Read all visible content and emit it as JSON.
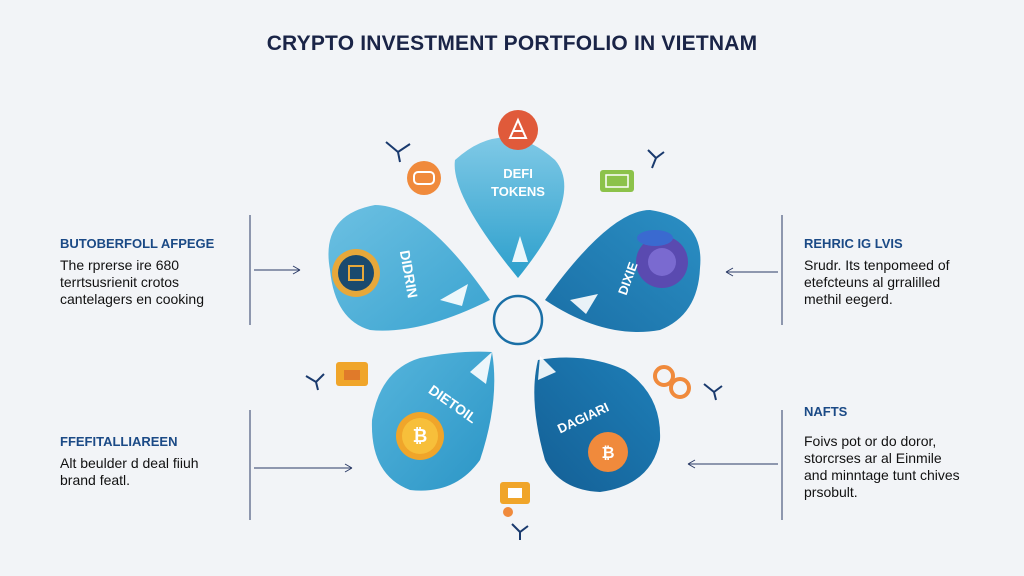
{
  "title": "CRYPTO INVESTMENT PORTFOLIO IN VIETNAM",
  "center_petal": {
    "line1": "DEFI",
    "line2": "TOKENS"
  },
  "petals": {
    "upper_left": "DIDRIN",
    "upper_right": "DIXIE",
    "lower_left": "DIETOIL",
    "lower_right": "DAGIARI"
  },
  "left_top": {
    "heading": "BUTOBERFOLL AFPEGE",
    "lines": [
      "The rprerse ire 680",
      "terrtsusrienit crotos",
      "cantelagers en cooking"
    ]
  },
  "left_bottom": {
    "heading": "FFEFITALLIAREEN",
    "lines": [
      "Alt beulder d deal fiiuh",
      "brand featl."
    ]
  },
  "right_top": {
    "heading": "REHRIC IG LVIS",
    "lines": [
      "Srudr. Its tenpomeed of",
      "etefcteuns al grralilled",
      "methil eegerd."
    ]
  },
  "right_bottom": {
    "heading": "NAFTS",
    "lines": [
      "Foivs pot or do doror,",
      "storcrses ar al Einmile",
      "and minntage tunt chives",
      "prsobult."
    ]
  },
  "colors": {
    "petal_light": "#5bb3d8",
    "petal_mid": "#2a9cc8",
    "petal_dark": "#1a72a8",
    "accent_orange": "#f08a3c",
    "accent_red": "#e05a3a",
    "heading_blue": "#1b4a86"
  },
  "icons": [
    "coin-icon",
    "bitcoin-icon",
    "wallet-icon",
    "chain-icon",
    "blockchain-icon",
    "drone-icon"
  ]
}
